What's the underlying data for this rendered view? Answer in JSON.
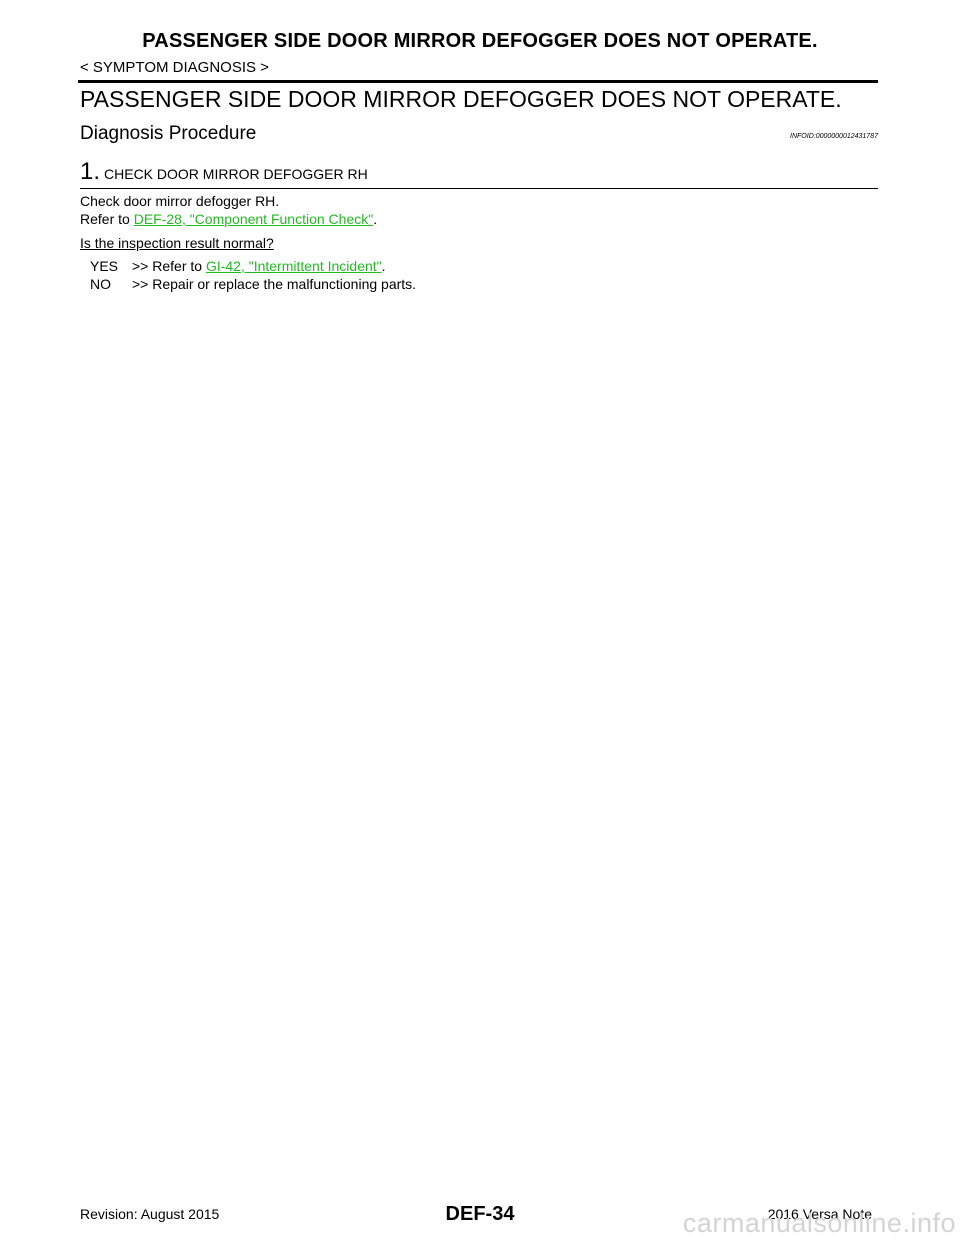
{
  "header": {
    "title": "PASSENGER SIDE DOOR MIRROR DEFOGGER DOES NOT OPERATE.",
    "breadcrumb": "< SYMPTOM DIAGNOSIS >"
  },
  "section": {
    "title": "PASSENGER SIDE DOOR MIRROR DEFOGGER DOES NOT OPERATE.",
    "subtitle": "Diagnosis Procedure",
    "info_id": "INFOID:0000000012431787"
  },
  "step": {
    "number": "1.",
    "title": "CHECK DOOR MIRROR DEFOGGER RH",
    "line1": "Check door mirror defogger RH.",
    "refer_prefix": "Refer to ",
    "refer_link": "DEF-28, \"Component Function Check\"",
    "refer_suffix": ".",
    "question": "Is the inspection result normal?",
    "results": [
      {
        "key": "YES",
        "text": ">> Refer to ",
        "link": "GI-42, \"Intermittent Incident\"",
        "suffix": "."
      },
      {
        "key": "NO",
        "text": ">> Repair or replace the malfunctioning parts."
      }
    ]
  },
  "footer": {
    "revision": "Revision: August 2015",
    "page_code": "DEF-34",
    "model": "2016 Versa Note",
    "watermark": "carmanualsonline.info"
  },
  "colors": {
    "link": "#22bb22",
    "watermark": "#d4d4d4"
  }
}
